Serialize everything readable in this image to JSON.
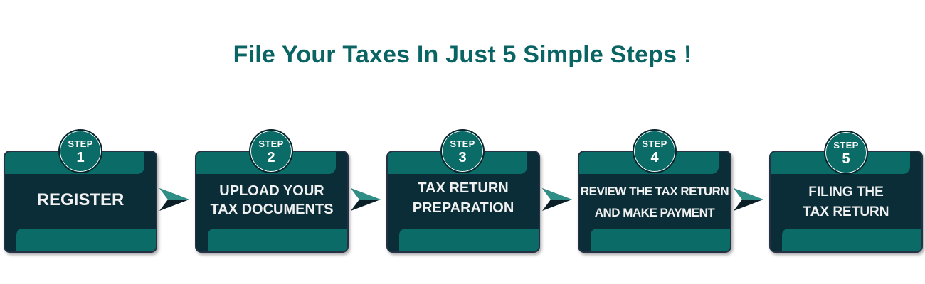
{
  "title": "File Your Taxes In Just 5 Simple Steps !",
  "badge_word": "STEP",
  "steps": [
    {
      "number": "1",
      "line1": "REGISTER",
      "line2": ""
    },
    {
      "number": "2",
      "line1": "UPLOAD YOUR",
      "line2": "TAX DOCUMENTS"
    },
    {
      "number": "3",
      "line1": "TAX RETURN",
      "line2": "PREPARATION"
    },
    {
      "number": "4",
      "line1": "REVIEW THE TAX RETURN",
      "line2": "AND MAKE PAYMENT"
    },
    {
      "number": "5",
      "line1": "FILING THE",
      "line2": "TAX RETURN"
    }
  ],
  "colors": {
    "title": "#0b6464",
    "card_dark": "#0a2d38",
    "card_band": "#0b6b66",
    "arrow_dark": "#0a1f26",
    "arrow_light": "#2f8f86"
  }
}
